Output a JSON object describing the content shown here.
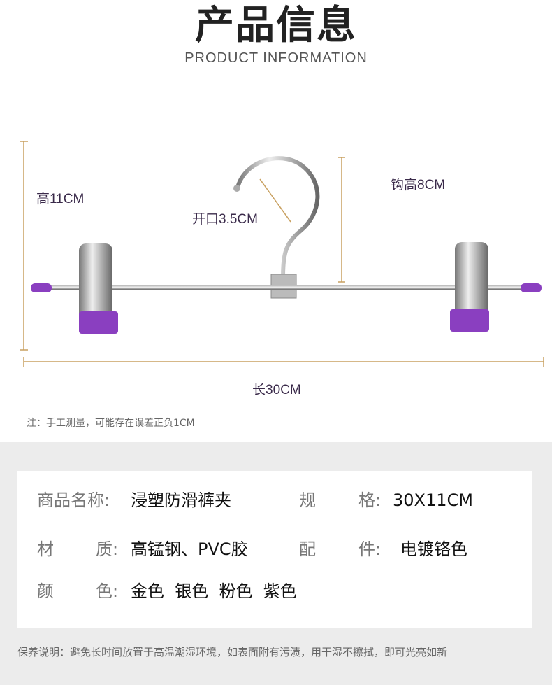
{
  "header": {
    "title": "产品信息",
    "subtitle": "PRODUCT INFORMATION"
  },
  "dimensions": {
    "height": "高11CM",
    "opening": "开口3.5CM",
    "hook_height": "钩高8CM",
    "length": "长30CM"
  },
  "note": "注：手工测量，可能存在误差正负1CM",
  "specs": {
    "rows": [
      {
        "label1": "商品名称:",
        "value1": "浸塑防滑裤夹",
        "label2a": "规",
        "label2b": "格:",
        "value2": "30X11CM"
      },
      {
        "label1a": "材",
        "label1b": "质:",
        "value1": "高锰钢、PVC胶",
        "label2a": "配",
        "label2b": "件:",
        "value2": "电镀铬色"
      },
      {
        "label1a": "颜",
        "label1b": "色:",
        "value1": "金色  银色  粉色  紫色"
      }
    ]
  },
  "care": "保养说明：避免长时间放置于高温潮湿环境，如表面附有污渍，用干湿不擦拭，即可光亮如新",
  "colors": {
    "accent_line": "#c8a060",
    "clip_purple": "#8a3fc0"
  }
}
